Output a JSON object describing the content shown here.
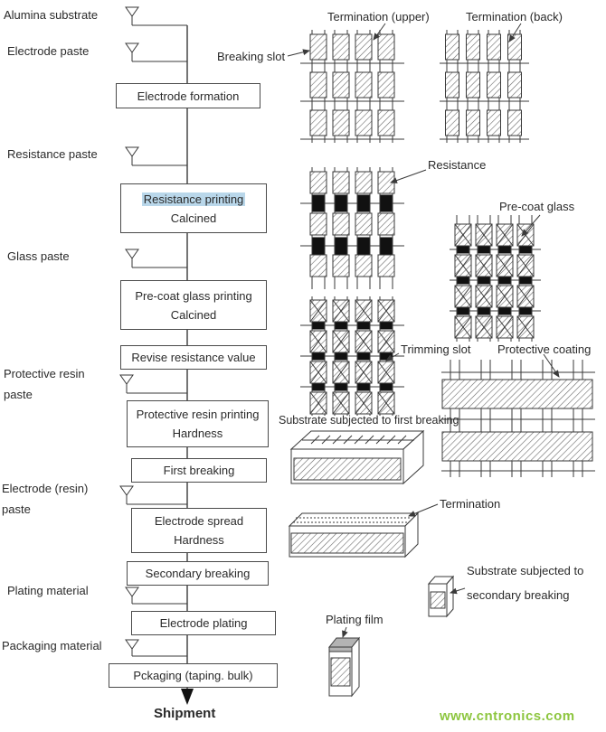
{
  "flow": {
    "materials": [
      {
        "label": "Alumina substrate"
      },
      {
        "label": "Electrode paste"
      },
      {
        "label": "Resistance paste"
      },
      {
        "label": "Glass paste"
      },
      {
        "label": "Protective resin",
        "label2": "paste"
      },
      {
        "label": "Electrode (resin)",
        "label2": "paste"
      },
      {
        "label": "Plating material"
      },
      {
        "label": "Packaging material"
      }
    ],
    "steps": [
      {
        "line1": "Electrode formation"
      },
      {
        "line1": "Resistance printing",
        "line2": "Calcined"
      },
      {
        "line1": "Pre-coat glass printing",
        "line2": "Calcined"
      },
      {
        "line1": "Revise resistance value"
      },
      {
        "line1": "Protective resin printing",
        "line2": "Hardness"
      },
      {
        "line1": "First breaking"
      },
      {
        "line1": "Electrode spread",
        "line2": "Hardness"
      },
      {
        "line1": "Secondary breaking"
      },
      {
        "line1": "Electrode plating"
      },
      {
        "line1": "Pckaging (taping. bulk)"
      }
    ],
    "terminal": "Shipment"
  },
  "annotations": {
    "breaking_slot": "Breaking slot",
    "termination_upper": "Termination (upper)",
    "termination_back": "Termination (back)",
    "resistance": "Resistance",
    "pre_coat_glass": "Pre-coat glass",
    "trimming_slot": "Trimming slot",
    "protective_coating": "Protective coating",
    "substrate_first_breaking": "Substrate subjected to first breaking",
    "termination": "Termination",
    "substrate_secondary_line1": "Substrate subjected to",
    "substrate_secondary_line2": "secondary breaking",
    "plating_film": "Plating film"
  },
  "watermark": "www.cntronics.com",
  "colors": {
    "highlight": "#b9d7ea",
    "watermark": "#8dc63f",
    "line": "#3a3a3a",
    "resistor_black": "#111111"
  }
}
